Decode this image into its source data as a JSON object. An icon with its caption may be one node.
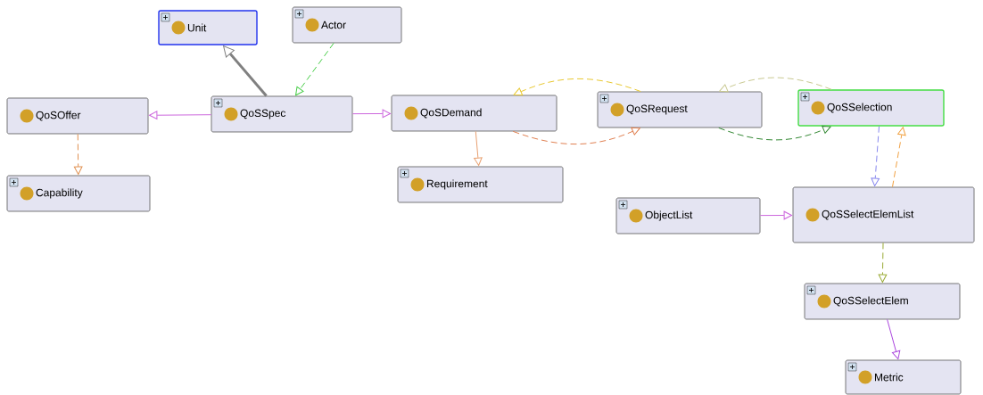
{
  "diagram": {
    "nodes": [
      {
        "text": [
          "Unit"
        ]
      },
      {
        "text": [
          "Actor"
        ]
      },
      {
        "text": [
          "QoSOffer"
        ]
      },
      {
        "text": [
          "QoSSpec"
        ]
      },
      {
        "text": [
          "QoSDemand"
        ]
      },
      {
        "text": [
          "QoSRequest"
        ]
      },
      {
        "text": [
          "QoSSelection"
        ]
      },
      {
        "text": [
          "Capability"
        ]
      },
      {
        "text": [
          "Requirement"
        ]
      },
      {
        "text": [
          "ObjectList"
        ]
      },
      {
        "text": [
          "QoSSelectElemList"
        ]
      },
      {
        "text": [
          "QoSSelectElem"
        ]
      },
      {
        "text": [
          "Metric"
        ]
      }
    ],
    "edges": [
      {
        "from": 3,
        "to": 0,
        "arrow": "to",
        "style": "thick",
        "color": "#808080"
      },
      {
        "from": 1,
        "to": 3,
        "arrow": "to",
        "style": "dashed",
        "color": "#44cc44"
      },
      {
        "from": 3,
        "to": 2,
        "arrow": "to",
        "color": "#cc66dd"
      },
      {
        "from": 3,
        "to": 4,
        "arrow": "to",
        "color": "#cc66dd"
      },
      {
        "from": 2,
        "to": 7,
        "arrow": "to",
        "style": "dashed",
        "color": "#e09050"
      },
      {
        "from": 4,
        "to": 8,
        "arrow": "to",
        "color": "#e8a070"
      },
      {
        "from": 5,
        "to": 4,
        "arrow": "to",
        "style": "dashed",
        "color": "#e8c830"
      },
      {
        "from": 6,
        "to": 5,
        "arrow": "to",
        "style": "dashed",
        "color": "#c8c890"
      },
      {
        "from": 4,
        "to": 5,
        "arrow": "to",
        "style": "dashed",
        "color": "#e08050"
      },
      {
        "from": 5,
        "to": 6,
        "arrow": "to",
        "style": "dashed",
        "color": "#338833"
      },
      {
        "from": 6,
        "to": 10,
        "arrow": "to",
        "style": "dashed",
        "color": "#8888ee"
      },
      {
        "from": 10,
        "to": 6,
        "arrow": "to",
        "style": "dashed",
        "color": "#f0a040"
      },
      {
        "from": 9,
        "to": 10,
        "arrow": "to",
        "color": "#cc66dd"
      },
      {
        "from": 10,
        "to": 11,
        "arrow": "to",
        "style": "dashed",
        "color": "#99aa33"
      },
      {
        "from": 11,
        "to": 12,
        "arrow": "to",
        "color": "#aa44dd"
      }
    ]
  }
}
